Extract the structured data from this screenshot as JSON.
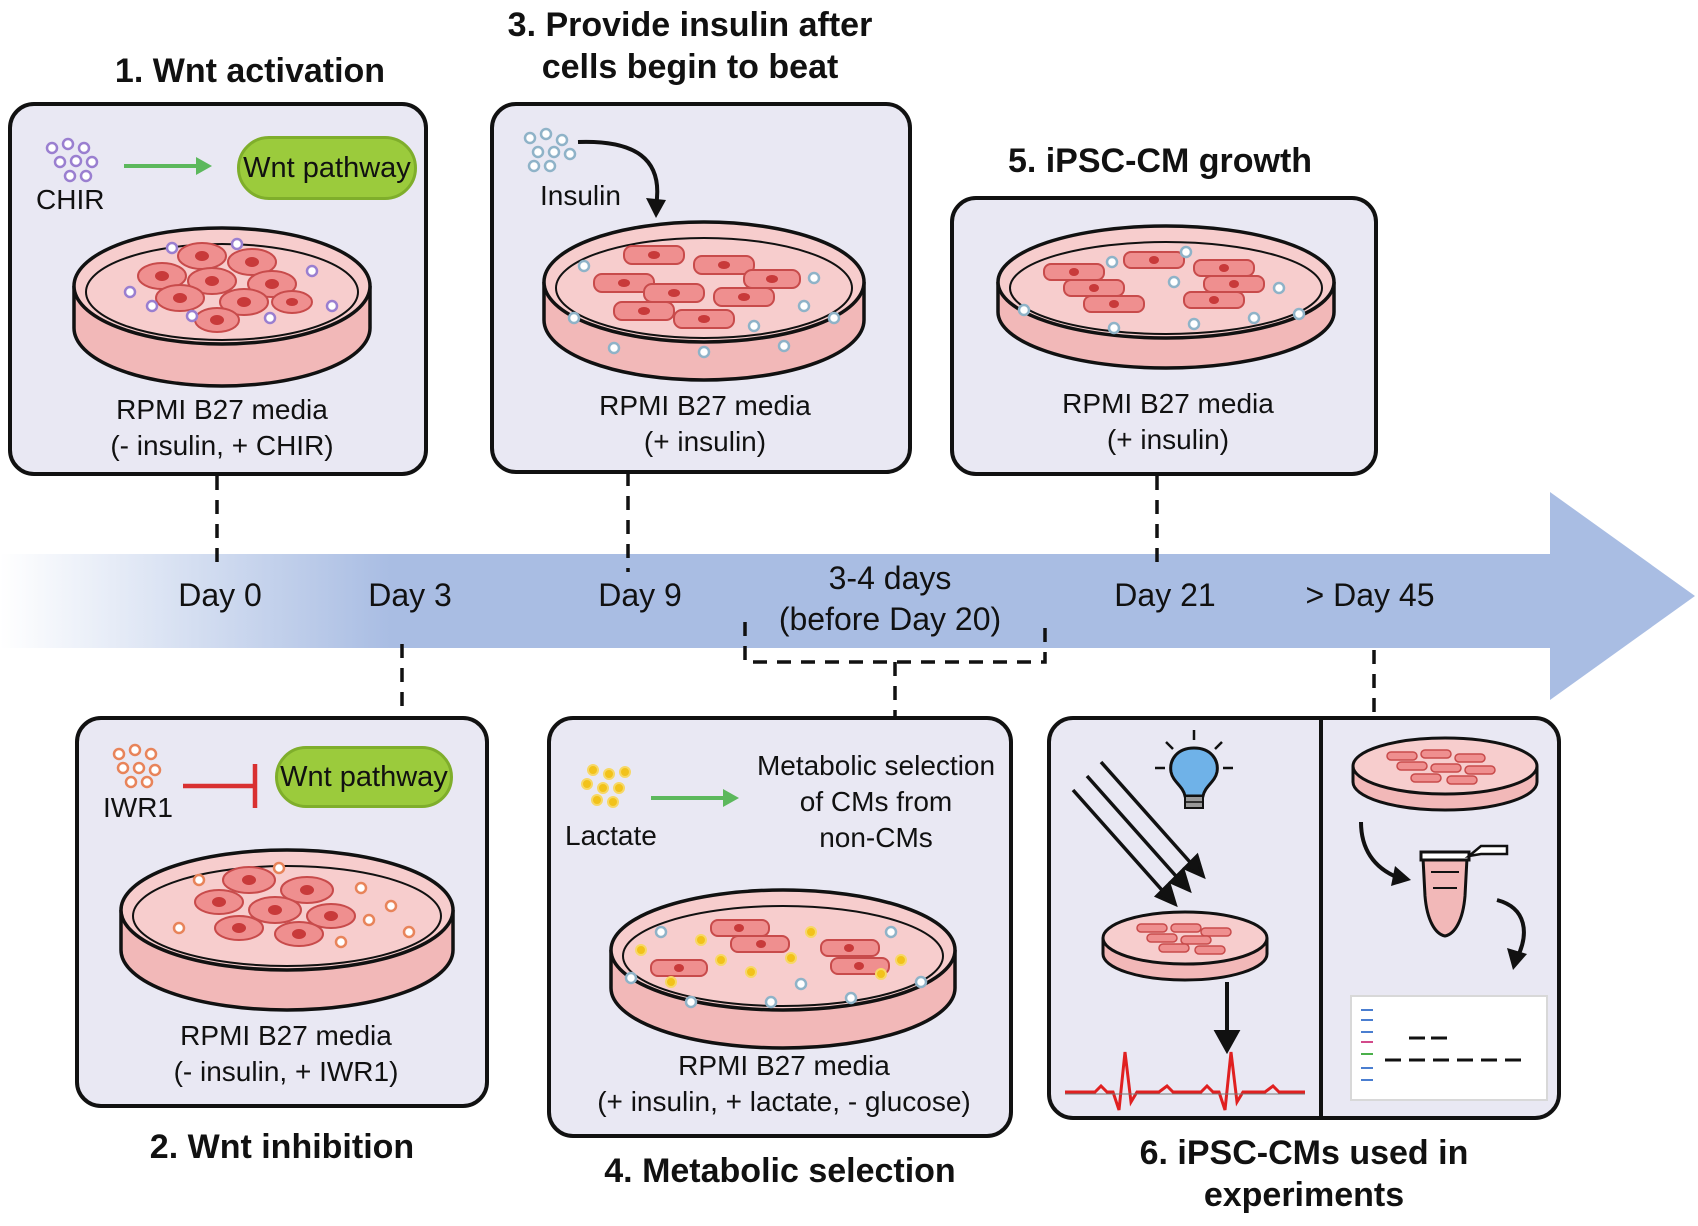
{
  "steps": {
    "s1": {
      "title": "1. Wnt activation",
      "compound": "CHIR",
      "target": "Wnt pathway",
      "media_line1": "RPMI B27 media",
      "media_line2": "(- insulin, + CHIR)"
    },
    "s2": {
      "title": "2. Wnt inhibition",
      "compound": "IWR1",
      "target": "Wnt pathway",
      "media_line1": "RPMI B27 media",
      "media_line2": "(- insulin, + IWR1)"
    },
    "s3": {
      "title_line1": "3. Provide insulin after",
      "title_line2": "cells begin to beat",
      "compound": "Insulin",
      "media_line1": "RPMI B27 media",
      "media_line2": "(+ insulin)"
    },
    "s4": {
      "title": "4. Metabolic selection",
      "compound": "Lactate",
      "result_line1": "Metabolic selection",
      "result_line2": "of CMs from",
      "result_line3": "non-CMs",
      "media_line1": "RPMI B27 media",
      "media_line2": "(+ insulin, + lactate, - glucose)"
    },
    "s5": {
      "title": "5. iPSC-CM growth",
      "media_line1": "RPMI B27 media",
      "media_line2": "(+ insulin)"
    },
    "s6": {
      "title_line1": "6. iPSC-CMs used in",
      "title_line2": "experiments"
    }
  },
  "timeline": {
    "day0": "Day 0",
    "day3": "Day 3",
    "day9": "Day 9",
    "window_line1": "3-4 days",
    "window_line2": "(before Day 20)",
    "day21": "Day 21",
    "day45": "> Day 45"
  },
  "colors": {
    "panel_fill": "#e9e8f3",
    "pathway_green": "#9bcb3c",
    "activation_arrow": "#5cb85c",
    "inhibition_bar": "#d93030",
    "timeline_blue": "#a9bde3",
    "chir_dots": "#9a7fd0",
    "insulin_dots": "#8fb3c8",
    "iwr1_dots": "#e8845a",
    "lactate_dots": "#f2c21a",
    "cell_red": "#e86a6a",
    "ecg_red": "#e02020"
  },
  "icons": [
    "petri-dish-icon",
    "lightbulb-icon",
    "ecg-trace-icon",
    "microtube-icon",
    "gel-plot-icon"
  ]
}
